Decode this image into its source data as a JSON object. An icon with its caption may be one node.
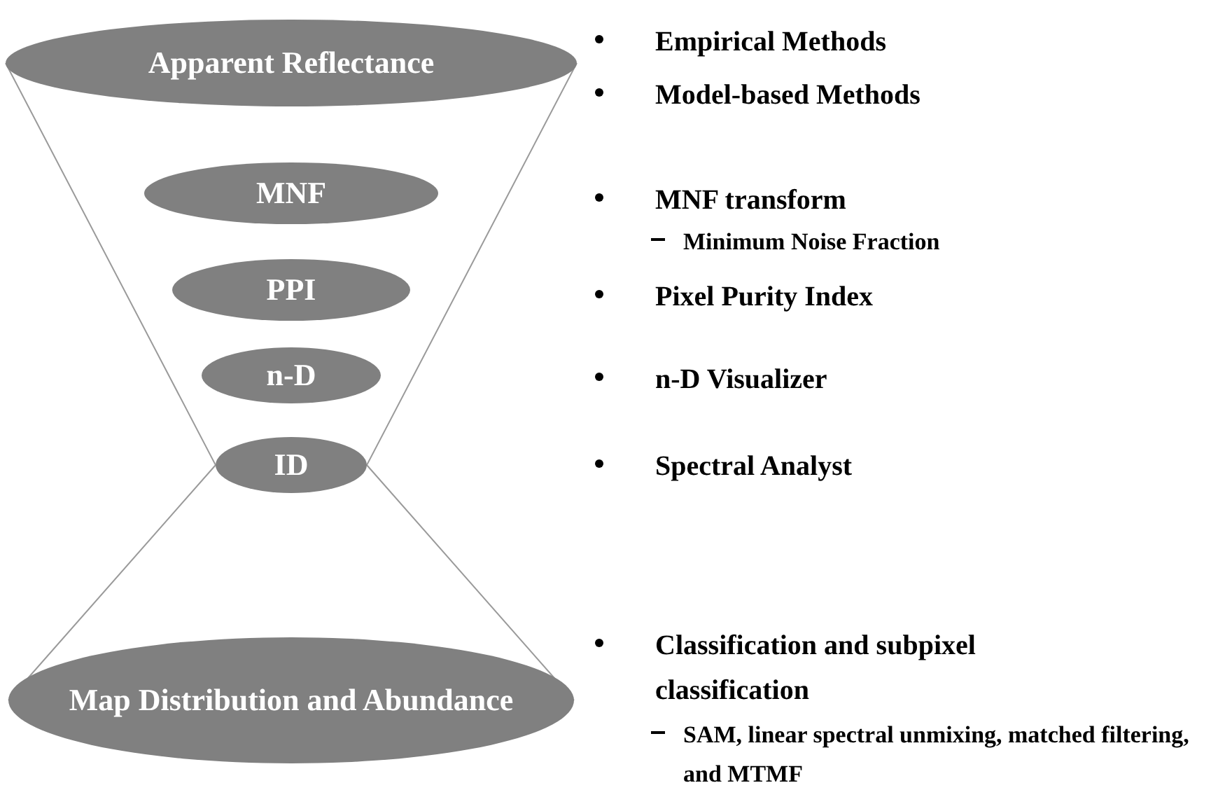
{
  "diagram": {
    "nodes": [
      {
        "text": [
          "Apparent Reflectance"
        ]
      },
      {
        "text": [
          "MNF"
        ]
      },
      {
        "text": [
          "PPI"
        ]
      },
      {
        "text": [
          "n-D"
        ]
      },
      {
        "text": [
          "ID"
        ]
      },
      {
        "text": [
          "Map Distribution and Abundance"
        ]
      }
    ],
    "labels": [
      "Empirical Methods",
      "Model-based Methods",
      "MNF transform",
      "Minimum Noise Fraction",
      "Pixel Purity Index",
      "n-D Visualizer",
      "Spectral Analyst",
      "Classification and subpixel classification",
      "SAM, linear spectral unmixing, matched filtering, and MTMF"
    ]
  }
}
